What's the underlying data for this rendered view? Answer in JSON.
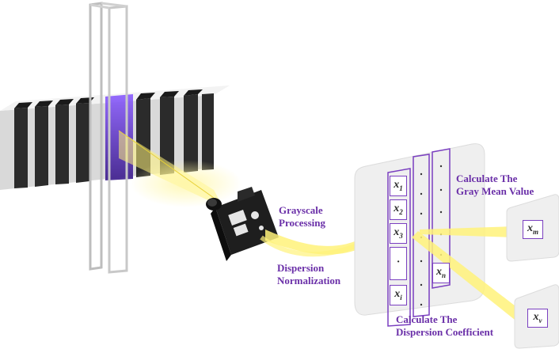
{
  "labels": {
    "grayscale_1": "Grayscale",
    "grayscale_2": "Processing",
    "dispersion_1": "Dispersion",
    "dispersion_2": "Normalization",
    "gray_mean_1": "Calculate The",
    "gray_mean_2": "Gray Mean Value",
    "disp_coef_1": "Calculate The",
    "disp_coef_2": "Dispersion Coefficient"
  },
  "matrix": {
    "cells": [
      {
        "base": "x",
        "sub": "1"
      },
      {
        "base": "x",
        "sub": "2"
      },
      {
        "base": "x",
        "sub": "3"
      },
      {
        "base": "·",
        "sub": ""
      },
      {
        "base": "x",
        "sub": "i"
      },
      {
        "base": "x",
        "sub": "n"
      }
    ]
  },
  "outputs": {
    "mean": {
      "base": "x",
      "sub": "m"
    },
    "coef": {
      "base": "x",
      "sub": "v"
    }
  },
  "colors": {
    "accent": "#6a2fa8",
    "beam": "#f6ea6a",
    "bar_dark": "#2b2b2b",
    "bar_light": "#e8e8e8",
    "panel": "#efefef"
  }
}
